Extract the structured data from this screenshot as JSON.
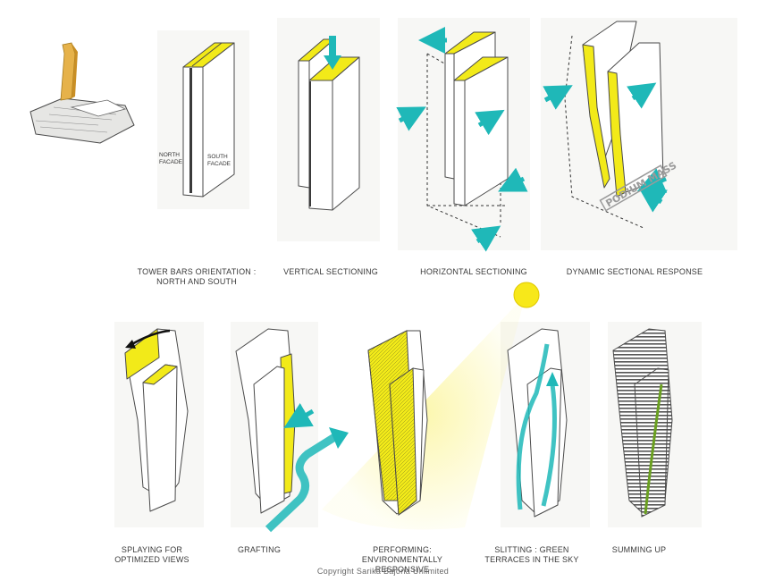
{
  "diagram": {
    "steps": [
      {
        "label": "TOWER BARS ORIENTATION :\nNORTH AND SOUTH"
      },
      {
        "label": "VERTICAL SECTIONING"
      },
      {
        "label": "HORIZONTAL SECTIONING"
      },
      {
        "label": "DYNAMIC SECTIONAL RESPONSE"
      },
      {
        "label": "SPLAYING FOR\nOPTIMIZED VIEWS"
      },
      {
        "label": "GRAFTING"
      },
      {
        "label": "PERFORMING:\nENVIRONMENTALLY RESPONSIVE"
      },
      {
        "label": "SLITTING : GREEN\nTERRACES IN THE SKY"
      },
      {
        "label": "SUMMING UP"
      }
    ],
    "facade_labels": {
      "north": "NORTH\nFACADE",
      "south": "SOUTH\nFACADE"
    },
    "stamp": "PODIUM MASS",
    "copyright": "Copyright Sarika Bajoria Unlimited"
  },
  "colors": {
    "accent_yellow": "#f2ea19",
    "arrow_teal": "#1fb8b8",
    "sun": "#f7e81a",
    "panel_bg": "#f7f7f5"
  }
}
